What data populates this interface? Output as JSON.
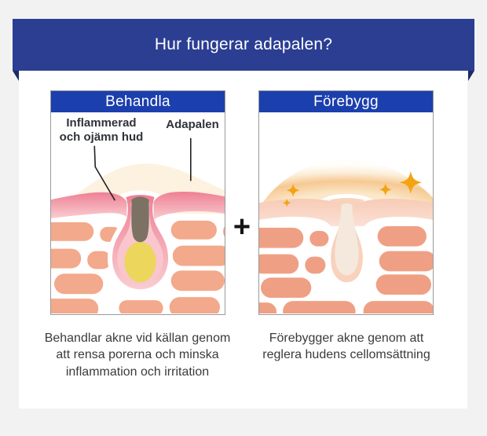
{
  "banner": {
    "title": "Hur fungerar adapalen?"
  },
  "panels": {
    "treat": {
      "header": "Behandla",
      "label_problem": "Inflammerad och ojämn hud",
      "label_product": "Adapalen",
      "caption": "Behandlar akne vid källan genom att rensa porerna och minska inflammation och irritation"
    },
    "prevent": {
      "header": "Förebygg",
      "caption": "Förebygger akne genom att reglera hudens cellomsättning"
    }
  },
  "separator": {
    "plus": "+"
  },
  "colors": {
    "background": "#f2f2f3",
    "ribbon_blue": "#2b3e92",
    "ribbon_fold_navy": "#1d2a66",
    "panel_header_blue": "#1c3fae",
    "panel_border_gray": "#9a9a9a",
    "caption_text": "#3b3b3b",
    "label_text": "#2f3338",
    "cream_layer": "#fdf1e0",
    "inflamed_pink_top": "#ee8094",
    "inflamed_pink_bottom": "#f9cdd1",
    "follicle_inner_pink": "#f9c6cd",
    "pore_plug_gray": "#7b7264",
    "sebum_yellow": "#ecd65c",
    "skin_cell_salmon": "#f3a98b",
    "healthy_cell_salmon": "#efa084",
    "healthy_band_peach": "#f7cbb6",
    "healthy_pore_outer": "#f8d2bc",
    "healthy_pore_inner": "#f5e8dc",
    "sparkle_gold": "#f2a413",
    "leader_line": "#222222"
  }
}
